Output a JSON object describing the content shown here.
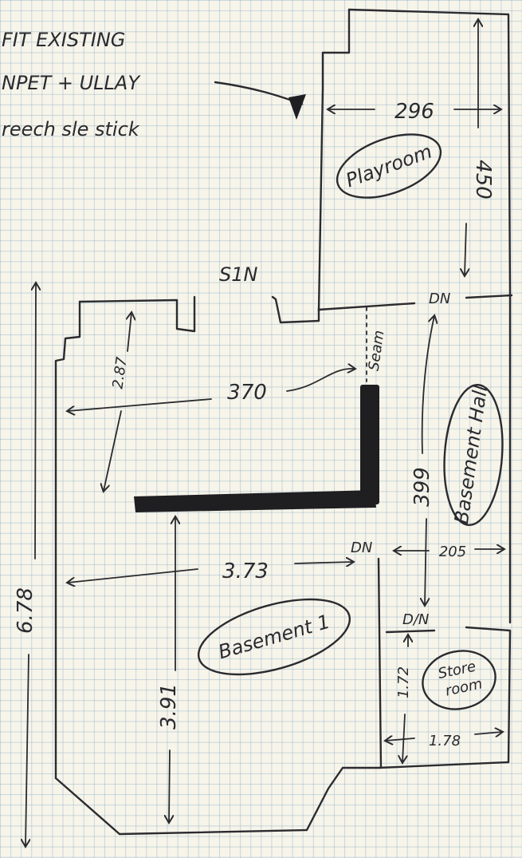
{
  "note": {
    "line1": "FIT EXISTING",
    "line2": "NPET + ULLAY",
    "line3": "reech sle stick"
  },
  "rooms": {
    "playroom": "Playroom",
    "basement_hall": "Basement Hall",
    "basement_1": "Basement 1",
    "store_room_line1": "Store",
    "store_room_line2": "room"
  },
  "markers": {
    "seam": "Seam",
    "step_label": "S1N",
    "dn_playroom": "DN",
    "dn_center": "DN",
    "dn_store": "D/N"
  },
  "dimensions": {
    "playroom_width": "296",
    "playroom_height": "450",
    "dim_287": "2.87",
    "dim_370": "370",
    "dim_373": "3.73",
    "dim_391": "3.91",
    "dim_678": "6.78",
    "dim_399": "399",
    "dim_205": "205",
    "dim_172": "1.72",
    "dim_178": "1.78"
  }
}
